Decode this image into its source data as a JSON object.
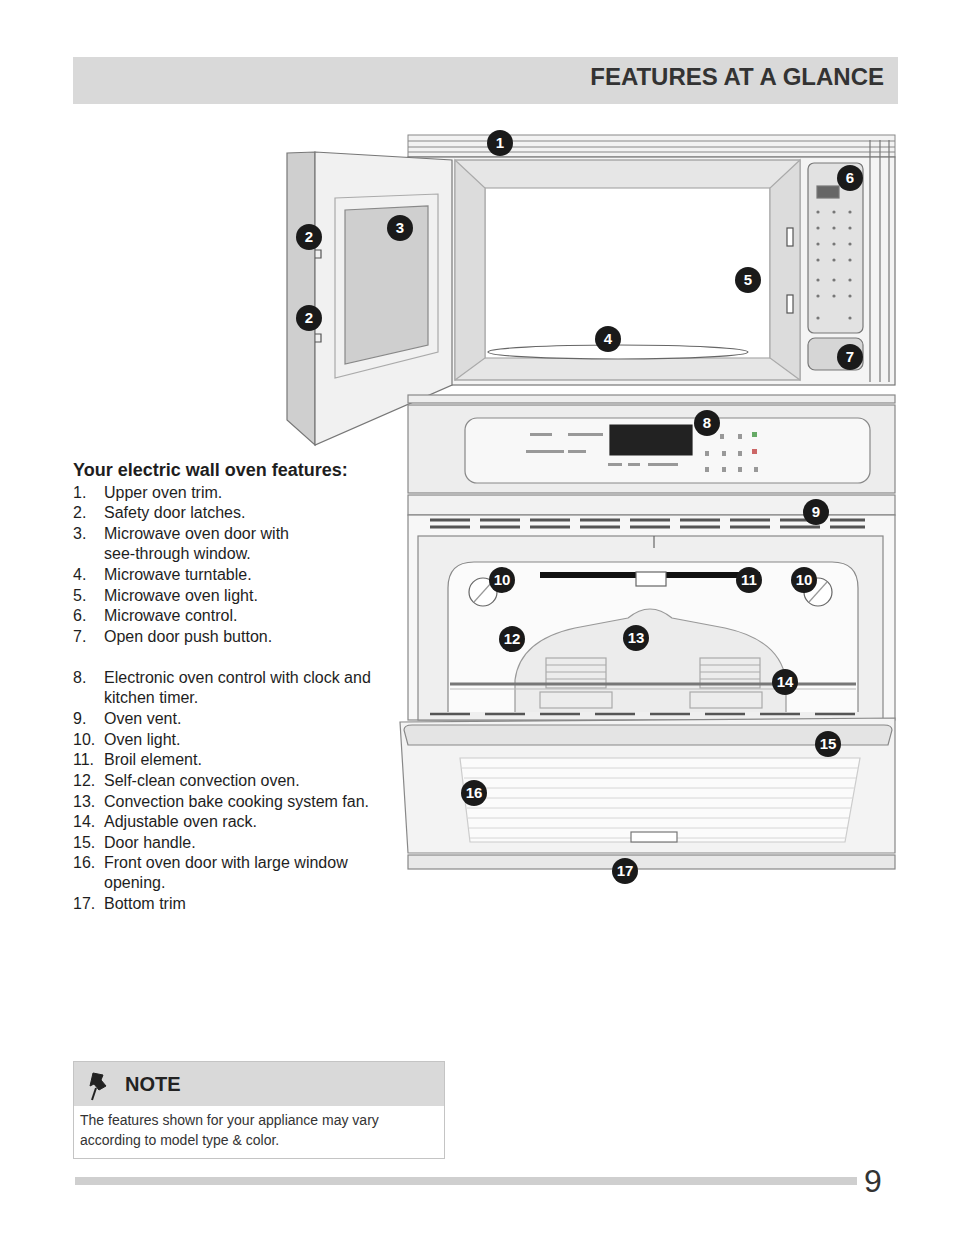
{
  "diagram": {
    "title": "FEATURES AT A GLANCE",
    "nodes": [
      {
        "text": [
          "NOTE",
          "The features shown for your appliance may vary according to model type & color."
        ]
      }
    ],
    "labels": [
      "Your electric wall oven features:",
      "1.",
      "Upper oven trim.",
      "2.",
      "Safety door latches.",
      "3.",
      "Microwave oven door with see-through window.",
      "4.",
      "Microwave turntable.",
      "5.",
      "Microwave oven light.",
      "6.",
      "Microwave control.",
      "7.",
      "Open door push button.",
      "8.",
      "Electronic oven control with clock and kitchen timer.",
      "9.",
      "Oven vent.",
      "10.",
      "Oven light.",
      "11.",
      "Broil element.",
      "12.",
      "Self-clean convection oven.",
      "13.",
      "Convection bake cooking system fan.",
      "14.",
      "Adjustable oven rack.",
      "15.",
      "Door handle.",
      "16.",
      "Front oven door with large window opening.",
      "17.",
      "Bottom trim",
      "1",
      "6",
      "2",
      "3",
      "2",
      "5",
      "4",
      "7",
      "8",
      "9",
      "10",
      "11",
      "10",
      "12",
      "13",
      "14",
      "15",
      "16",
      "17",
      "9"
    ]
  }
}
